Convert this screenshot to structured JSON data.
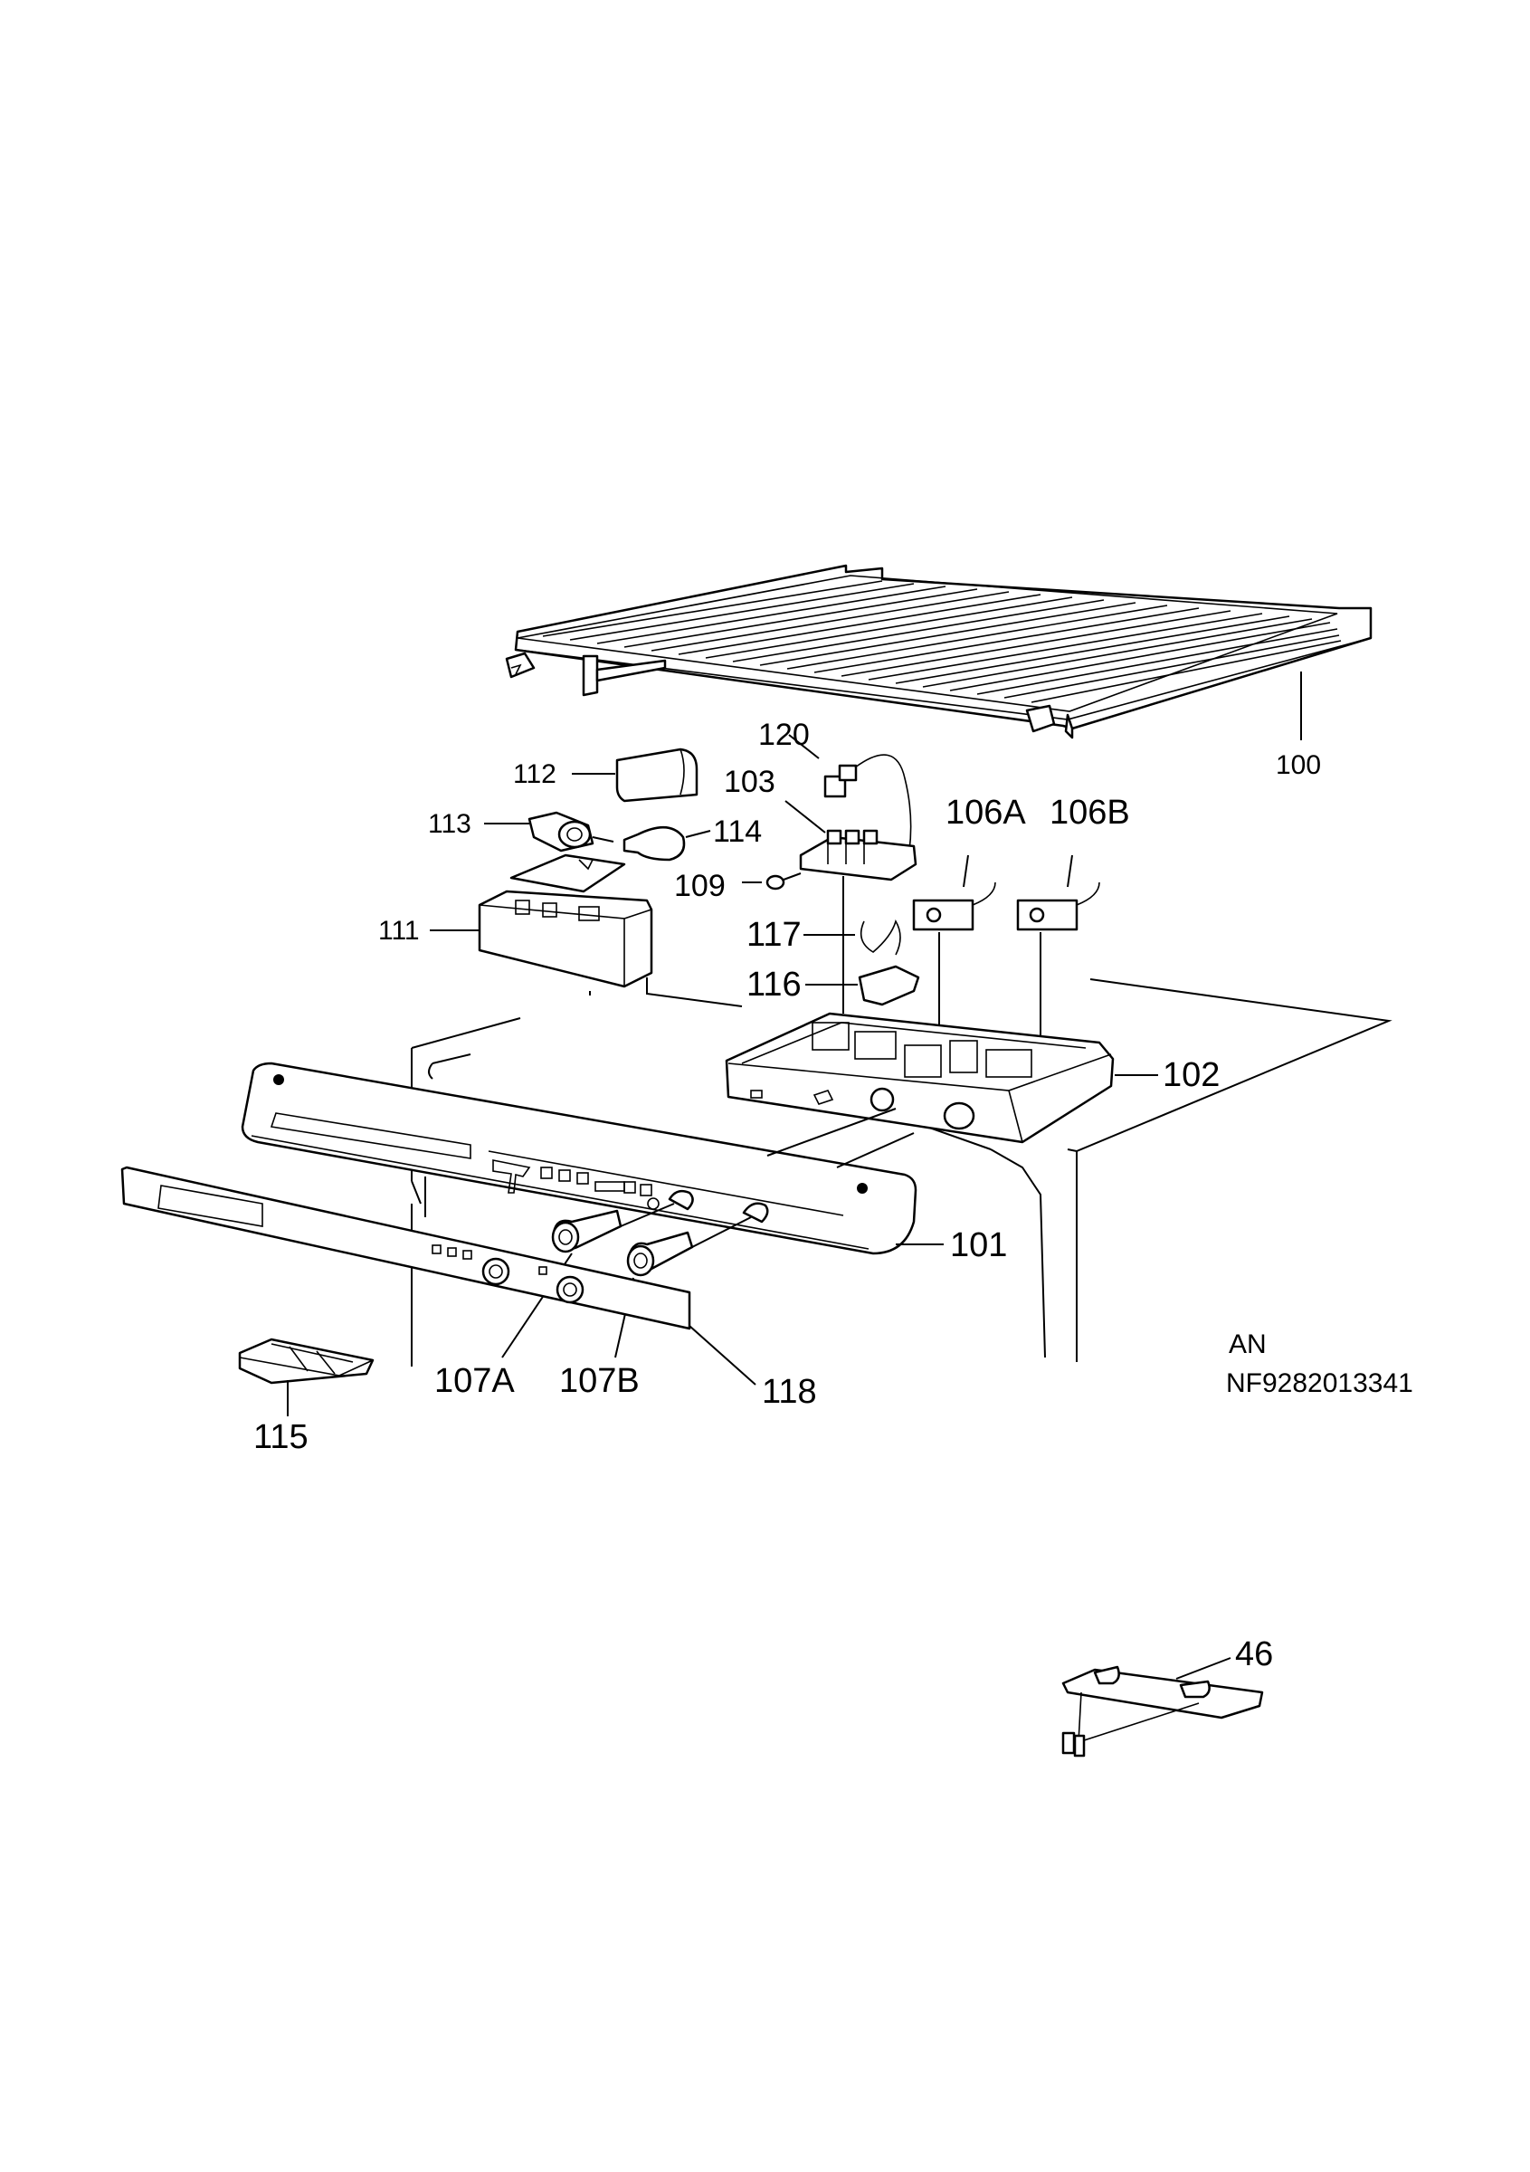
{
  "labels": {
    "p100": "100",
    "p120": "120",
    "p112": "112",
    "p103": "103",
    "p106a": "106A",
    "p106b": "106B",
    "p113": "113",
    "p114": "114",
    "p109": "109",
    "p111": "111",
    "p117": "117",
    "p116": "116",
    "p102": "102",
    "p101": "101",
    "p107a": "107A",
    "p107b": "107B",
    "p118": "118",
    "p115": "115",
    "p46": "46"
  },
  "document": {
    "variant": "AN",
    "code": "NF9282013341"
  }
}
